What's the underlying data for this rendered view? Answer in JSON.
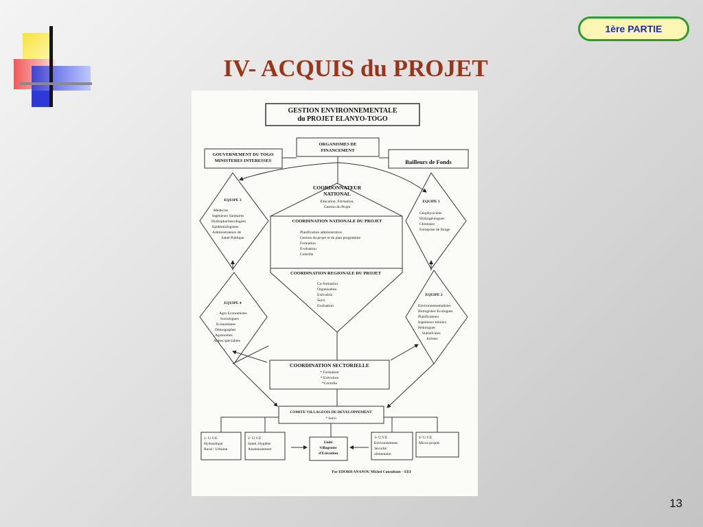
{
  "slide": {
    "section_badge": "1ère PARTIE",
    "title": "IV- ACQUIS du PROJET",
    "page_number": "13"
  },
  "diagram": {
    "title_line1": "GESTION ENVIRONNEMENTALE",
    "title_line2": "du PROJET ELANYO-TOGO",
    "organismes_line1": "ORGANISMES DE",
    "organismes_line2": "FINANCEMENT",
    "gouvernement_line1": "GOUVERNEMENT DU TOGO",
    "gouvernement_line2": "MINISTERES INTERESSES",
    "bailleurs": "Bailleurs de Fonds",
    "coordonnateur_line1": "COORDONNATEUR",
    "coordonnateur_line2": "NATIONAL",
    "coordonnateur_items": [
      "Education, Formation,",
      "Gestion du Projet"
    ],
    "coord_nationale_title": "COORDINATION NATIONALE DU PROJET",
    "coord_nationale_items": [
      "Planification administrative",
      "Gestion du projet et du plan  programme",
      "Formation",
      "Evaluation",
      "Contrôle"
    ],
    "coord_regionale_title": "COORDINATION  REGIONALE DU PROJET",
    "coord_regionale_items": [
      "Co-formation",
      "Organisation",
      "Exécution",
      "Suivi",
      "Evaluation"
    ],
    "equipe3_title": "EQUIPE 3",
    "equipe3_items": [
      "Médecins",
      "Ingénieurs Sanitaires",
      "Hydropharmacologues",
      "Epidémiologistes",
      "Administrateurs de",
      "Santé Publique"
    ],
    "equipe1_title": "EQUIPE 1",
    "equipe1_items": [
      "Géophysiciens",
      "Hydrogéologues",
      "Chimistes",
      "Entreprise de  forage"
    ],
    "equipe4_title": "EQUIPE 4",
    "equipe4_items": [
      "Agro Economistes",
      "Sociologues",
      "Economistes",
      "Démographes",
      "Agronomes",
      "Autres spécialités"
    ],
    "equipe2_title": "EQUIPE 2",
    "equipe2_items": [
      "Environnementalistes",
      "Biologistes/ Ecologues",
      "Planificateurs",
      "Ingénieurs miniers",
      "Pédologues",
      "Statisticiens",
      "Juristes"
    ],
    "sectorielle_title": "COORDINATION  SECTORIELLE",
    "sectorielle_items": [
      "* Formation",
      "* Exécution",
      "*Contrôle"
    ],
    "comite_title": "COMITE VILLAGEOIS DE DEVELOPPEMENT",
    "comite_item": "* Suivi",
    "uve1_lines": [
      "1-  U.V.E.",
      "Hydraulique",
      "Rural / Urbaine"
    ],
    "uve2_lines": [
      "2-  U.V.E",
      "Santé, Hygiène",
      "Assainissement"
    ],
    "unite_lines": [
      "Unité",
      "Villageoise",
      "d'Exécution"
    ],
    "uve3_lines": [
      "3-  U.V.E",
      "Environnement",
      "Sécurité",
      "alimentaire"
    ],
    "uve4_lines": [
      "4-  U.V.E",
      "Micro-projets"
    ],
    "author": "Par  EDORH  ANANOU  Michel Consultant – EEI"
  },
  "colors": {
    "title": "#9a3519",
    "badge_bg": "#fcf6b4",
    "badge_border": "#2c9b2c",
    "badge_text": "#1a2bb0"
  }
}
